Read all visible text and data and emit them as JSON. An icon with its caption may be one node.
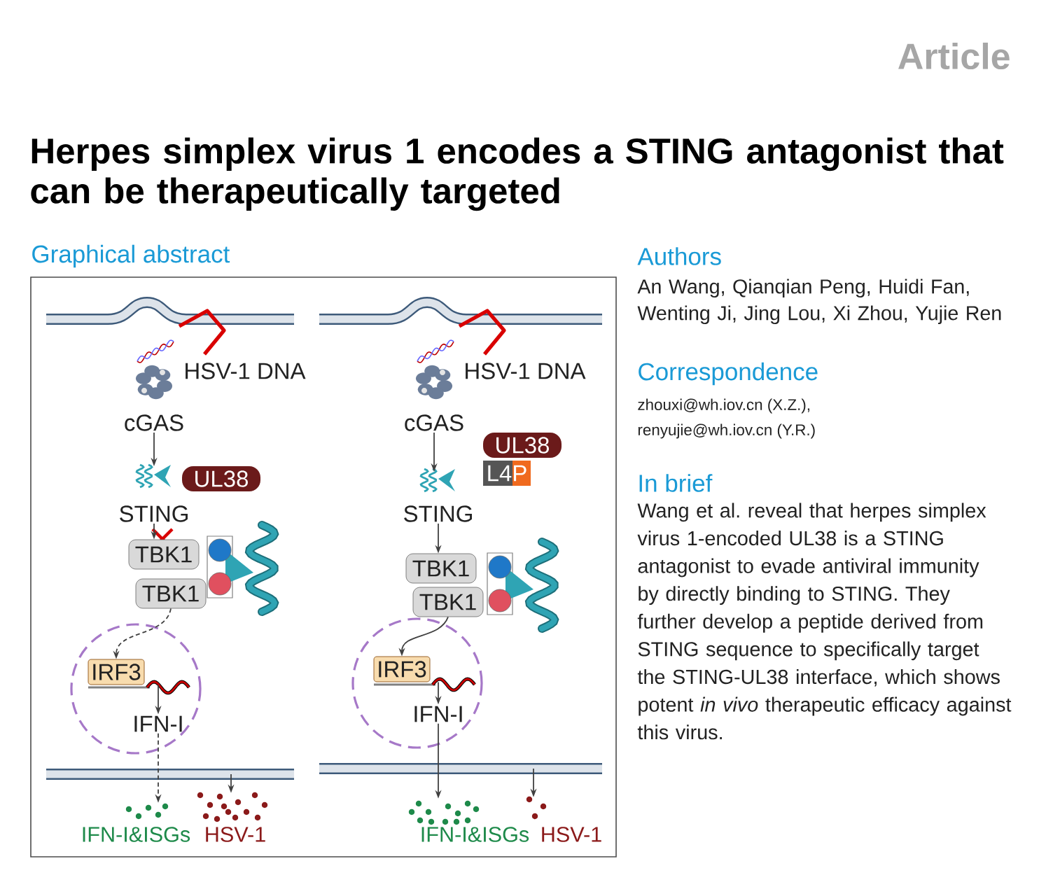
{
  "diagram": {
    "title": "Herpes simplex virus 1 encodes a STING antagonist that can be therapeutically targeted",
    "nodes": [
      {
        "text": [
          "HSV-1 DNA"
        ]
      },
      {
        "text": [
          "cGAS"
        ]
      },
      {
        "text": [
          "UL38"
        ]
      },
      {
        "text": [
          "STING"
        ]
      },
      {
        "text": [
          "TBK1"
        ]
      },
      {
        "text": [
          "TBK1"
        ]
      },
      {
        "text": [],
        "shape": "circle"
      },
      {
        "text": [
          "IRF3"
        ],
        "in": 6
      },
      {
        "text": [
          "IFN-I"
        ],
        "in": 6
      },
      {
        "text": [
          "IFN-I&ISGs"
        ]
      },
      {
        "text": [
          "HSV-1"
        ]
      },
      {
        "text": [
          "HSV-1 DNA"
        ]
      },
      {
        "text": [
          "cGAS"
        ]
      },
      {
        "text": [
          "UL38"
        ]
      },
      {
        "text": [
          "L4P"
        ]
      },
      {
        "text": [
          "STING"
        ]
      },
      {
        "text": [
          "TBK1"
        ]
      },
      {
        "text": [
          "TBK1"
        ]
      },
      {
        "text": [],
        "shape": "circle"
      },
      {
        "text": [
          "IRF3"
        ],
        "in": 18
      },
      {
        "text": [
          "IFN-I"
        ],
        "in": 18
      },
      {
        "text": [
          "IFN-I&ISGs"
        ]
      },
      {
        "text": [
          "HSV-1"
        ]
      }
    ],
    "edges": [
      {
        "from": 1,
        "to": 3,
        "arrow": "to"
      },
      {
        "from": 3,
        "to": 4,
        "arrow": "to"
      },
      {
        "from": 5,
        "to": 7,
        "arrow": "to",
        "style": "dashed"
      },
      {
        "from": 7,
        "to": 8,
        "arrow": "to"
      },
      {
        "from": 8,
        "to": 9,
        "arrow": "to",
        "style": "dashed"
      },
      {
        "from": null,
        "to": 10,
        "arrow": "to"
      },
      {
        "from": 12,
        "to": 15,
        "arrow": "to"
      },
      {
        "from": 15,
        "to": 16,
        "arrow": "to"
      },
      {
        "from": 17,
        "to": 19,
        "arrow": "to"
      },
      {
        "from": 19,
        "to": 20,
        "arrow": "to"
      },
      {
        "from": 20,
        "to": 21,
        "arrow": "to"
      },
      {
        "from": null,
        "to": 22,
        "arrow": "to"
      }
    ],
    "labels": [
      "Article",
      "Graphical abstract",
      "Authors",
      "An Wang, Qianqian Peng, Huidi Fan, Wenting Ji, Jing Lou, Xi Zhou, Yujie Ren",
      "Correspondence",
      "zhouxi@wh.iov.cn (X.Z.),",
      "renyujie@wh.iov.cn (Y.R.)",
      "In brief",
      "Wang et al. reveal that herpes simplex virus 1-encoded UL38 is a STING antagonist to evade antiviral immunity by directly binding to STING. They further develop a peptide derived from STING sequence to specifically target the STING-UL38 interface, which shows potent *in vivo* therapeutic efficacy against this virus."
    ]
  }
}
